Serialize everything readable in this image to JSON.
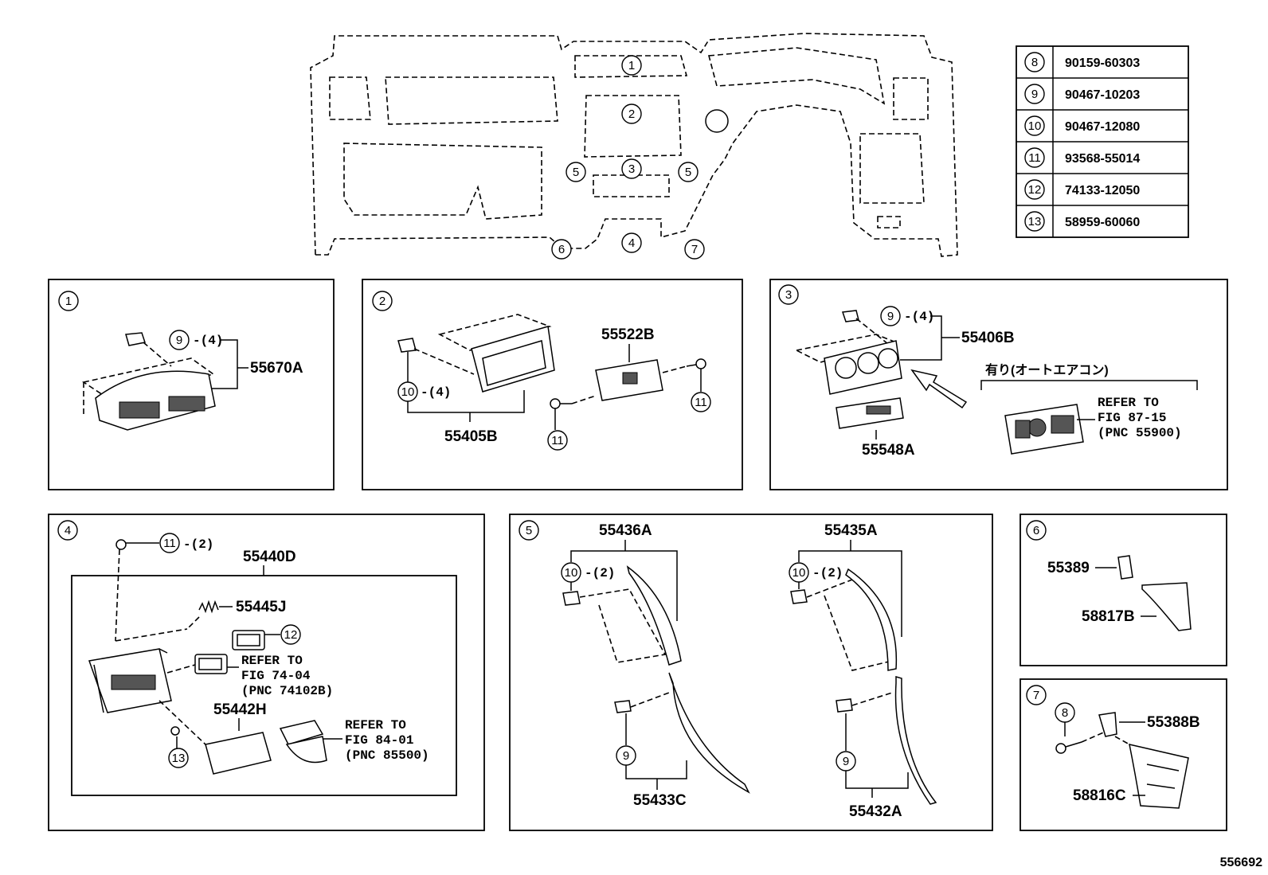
{
  "figure_code": "556692",
  "callout_table": [
    {
      "ref": "8",
      "part_no": "90159-60303"
    },
    {
      "ref": "9",
      "part_no": "90467-10203"
    },
    {
      "ref": "10",
      "part_no": "90467-12080"
    },
    {
      "ref": "11",
      "part_no": "93568-55014"
    },
    {
      "ref": "12",
      "part_no": "74133-12050"
    },
    {
      "ref": "13",
      "part_no": "58959-60060"
    }
  ],
  "overview": {
    "callouts": [
      "1",
      "2",
      "3",
      "4",
      "5",
      "5",
      "6",
      "7"
    ]
  },
  "panels": {
    "p1": {
      "id": "1",
      "parts": {
        "main": "55670A"
      },
      "callout": "9",
      "qty": "-(4)"
    },
    "p2": {
      "id": "2",
      "parts": {
        "bracket": "55405B",
        "cover": "55522B"
      },
      "callout_a": "10",
      "qty_a": "-(4)",
      "callout_b": "11",
      "callout_c": "11"
    },
    "p3": {
      "id": "3",
      "parts": {
        "panel": "55406B",
        "sub": "55548A"
      },
      "callout": "9",
      "qty": "-(4)",
      "option_label": "有り(オートエアコン)",
      "refer": [
        "REFER TO",
        "FIG 87-15",
        "(PNC 55900)"
      ]
    },
    "p4": {
      "id": "4",
      "parts": {
        "box": "55440D",
        "spring": "55445J",
        "ashtray": "55442H"
      },
      "callout_a": "11",
      "qty_a": "-(2)",
      "callout_b": "12",
      "callout_c": "13",
      "refer_a": [
        "REFER TO",
        "FIG 74-04",
        "(PNC 74102B)"
      ],
      "refer_b": [
        "REFER TO",
        "FIG 84-01",
        "(PNC 85500)"
      ]
    },
    "p5": {
      "id": "5",
      "parts": {
        "ul": "55436A",
        "ur": "55435A",
        "ll": "55433C",
        "lr": "55432A"
      },
      "callout_a": "10",
      "qty_a": "-(2)",
      "callout_b": "10",
      "qty_b": "-(2)",
      "callout_c": "9",
      "callout_d": "9"
    },
    "p6": {
      "id": "6",
      "parts": {
        "clip": "55389",
        "cover": "58817B"
      }
    },
    "p7": {
      "id": "7",
      "parts": {
        "clip": "55388B",
        "cover": "58816C"
      },
      "callout": "8"
    }
  }
}
